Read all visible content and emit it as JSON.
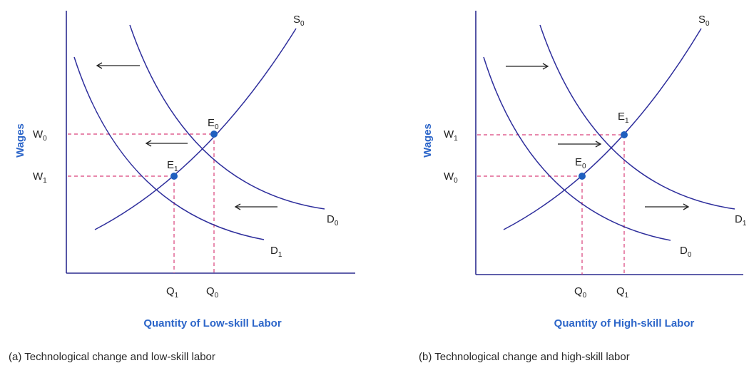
{
  "colors": {
    "axis": "#2b2b8f",
    "curve": "#2e2e9c",
    "guide": "#d9407a",
    "point": "#1f5fbf",
    "axis_title": "#2d66c9",
    "arrow": "#222222"
  },
  "panel_a": {
    "y_axis_title": "Wages",
    "x_axis_title": "Quantity of Low-skill Labor",
    "caption": "(a) Technological change and low-skill labor",
    "supply": {
      "base": "S",
      "sub": "0"
    },
    "demand_original": {
      "base": "D",
      "sub": "0"
    },
    "demand_shifted": {
      "base": "D",
      "sub": "1"
    },
    "equilibrium_original": {
      "base": "E",
      "sub": "0"
    },
    "equilibrium_new": {
      "base": "E",
      "sub": "1"
    },
    "wage_high": {
      "base": "W",
      "sub": "0"
    },
    "wage_low": {
      "base": "W",
      "sub": "1"
    },
    "quantity_low": {
      "base": "Q",
      "sub": "1"
    },
    "quantity_high": {
      "base": "Q",
      "sub": "0"
    },
    "shift_direction": "left"
  },
  "panel_b": {
    "y_axis_title": "Wages",
    "x_axis_title": "Quantity of High-skill Labor",
    "caption": "(b) Technological change and high-skill labor",
    "supply": {
      "base": "S",
      "sub": "0"
    },
    "demand_original": {
      "base": "D",
      "sub": "0"
    },
    "demand_shifted": {
      "base": "D",
      "sub": "1"
    },
    "equilibrium_original": {
      "base": "E",
      "sub": "0"
    },
    "equilibrium_new": {
      "base": "E",
      "sub": "1"
    },
    "wage_high": {
      "base": "W",
      "sub": "1"
    },
    "wage_low": {
      "base": "W",
      "sub": "0"
    },
    "quantity_low": {
      "base": "Q",
      "sub": "0"
    },
    "quantity_high": {
      "base": "Q",
      "sub": "1"
    },
    "shift_direction": "right"
  }
}
